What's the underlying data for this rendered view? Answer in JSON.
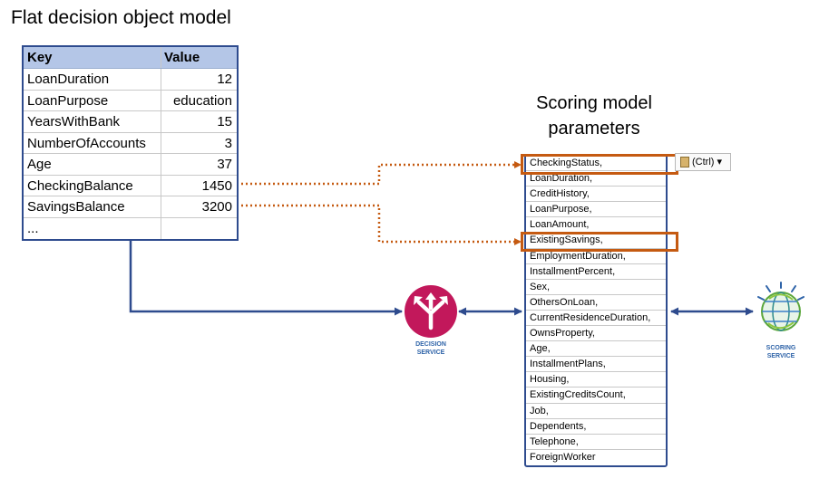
{
  "title": "Flat decision object model",
  "table": {
    "headers": {
      "key": "Key",
      "value": "Value"
    },
    "rows": [
      {
        "key": "LoanDuration",
        "value": "12"
      },
      {
        "key": "LoanPurpose",
        "value": "education"
      },
      {
        "key": "YearsWithBank",
        "value": "15"
      },
      {
        "key": "NumberOfAccounts",
        "value": "3"
      },
      {
        "key": "Age",
        "value": "37"
      },
      {
        "key": "CheckingBalance",
        "value": "1450"
      },
      {
        "key": "SavingsBalance",
        "value": "3200"
      },
      {
        "key": "...",
        "value": ""
      }
    ]
  },
  "scoring_model": {
    "title_line1": "Scoring model",
    "title_line2": "parameters",
    "parameters": [
      "CheckingStatus,",
      "LoanDuration,",
      "CreditHistory,",
      "LoanPurpose,",
      "LoanAmount,",
      "ExistingSavings,",
      "EmploymentDuration,",
      "InstallmentPercent,",
      "Sex,",
      "OthersOnLoan,",
      "CurrentResidenceDuration,",
      "OwnsProperty,",
      "Age,",
      "InstallmentPlans,",
      "Housing,",
      "ExistingCreditsCount,",
      "Job,",
      "Dependents,",
      "Telephone,",
      "ForeignWorker"
    ]
  },
  "paste_options": {
    "label": "(Ctrl)",
    "icon": "clipboard-icon"
  },
  "decision_service": {
    "line1": "DECISION",
    "line2": "SERVICE",
    "icon": "split-arrows-icon",
    "color": "#C2185B"
  },
  "scoring_service": {
    "line1": "SCORING",
    "line2": "SERVICE",
    "icon": "watson-globe-icon"
  },
  "colors": {
    "line": "#2E4B8E",
    "highlight": "#C55A11",
    "header_fill": "#B4C6E7"
  }
}
